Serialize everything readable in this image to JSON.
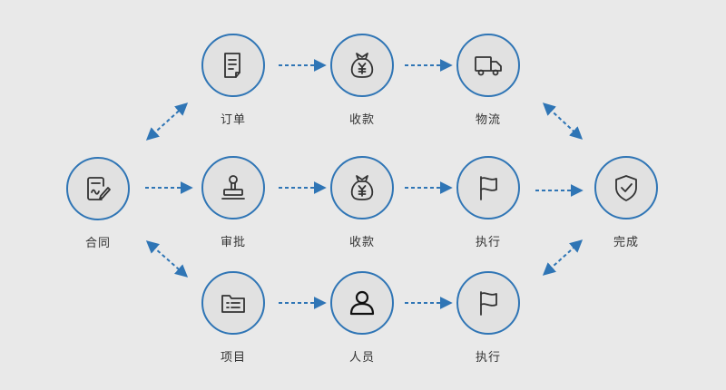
{
  "colors": {
    "accent": "#2f75b5",
    "background": "#e9e9e9",
    "node_fill": "#e1e1e1",
    "icon": "#333333"
  },
  "nodes": {
    "contract": {
      "label": "合同",
      "icon": "contract-icon"
    },
    "order": {
      "label": "订单",
      "icon": "document-icon"
    },
    "payment1": {
      "label": "收款",
      "icon": "money-bag-icon"
    },
    "logistics": {
      "label": "物流",
      "icon": "truck-icon"
    },
    "approval": {
      "label": "审批",
      "icon": "stamp-icon"
    },
    "payment2": {
      "label": "收款",
      "icon": "money-bag-icon"
    },
    "execute1": {
      "label": "执行",
      "icon": "flag-icon"
    },
    "project": {
      "label": "项目",
      "icon": "folder-icon"
    },
    "staff": {
      "label": "人员",
      "icon": "person-icon"
    },
    "execute2": {
      "label": "执行",
      "icon": "flag-icon"
    },
    "complete": {
      "label": "完成",
      "icon": "shield-check-icon"
    }
  }
}
